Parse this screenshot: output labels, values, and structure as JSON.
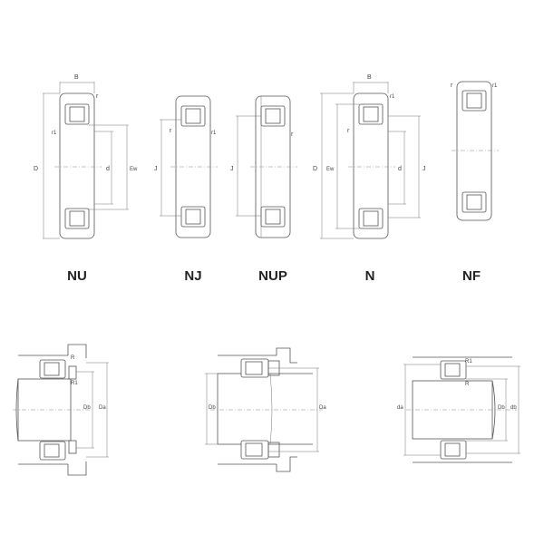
{
  "types": [
    "NU",
    "NJ",
    "NUP",
    "N",
    "NF"
  ],
  "dims": {
    "B": "B",
    "D": "D",
    "d": "d",
    "Ew": "Ew",
    "J": "J",
    "r": "r",
    "r1": "r1",
    "R": "R",
    "R1": "R1",
    "Da": "Da",
    "Db": "Db",
    "da": "da",
    "db": "db"
  }
}
